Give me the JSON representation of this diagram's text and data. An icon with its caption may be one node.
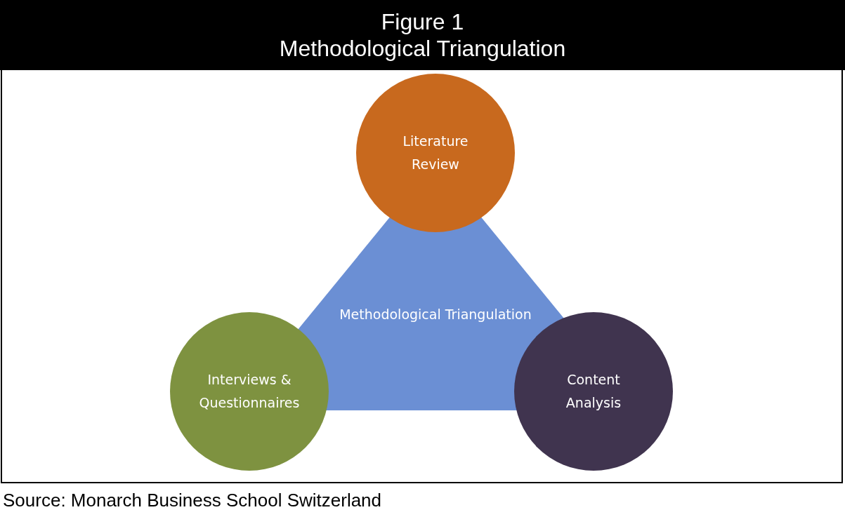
{
  "diagram": {
    "title": "Methodological Triangulation",
    "labels": [
      "Figure 1"
    ],
    "nodes": [
      {
        "text": [
          "Literature Review"
        ]
      },
      {
        "text": [
          "Methodological Triangulation"
        ]
      },
      {
        "text": [
          "Interviews & Questionnaires"
        ]
      },
      {
        "text": [
          "Content Analysis"
        ]
      }
    ],
    "caption": "Source: Monarch Business School Switzerland"
  }
}
